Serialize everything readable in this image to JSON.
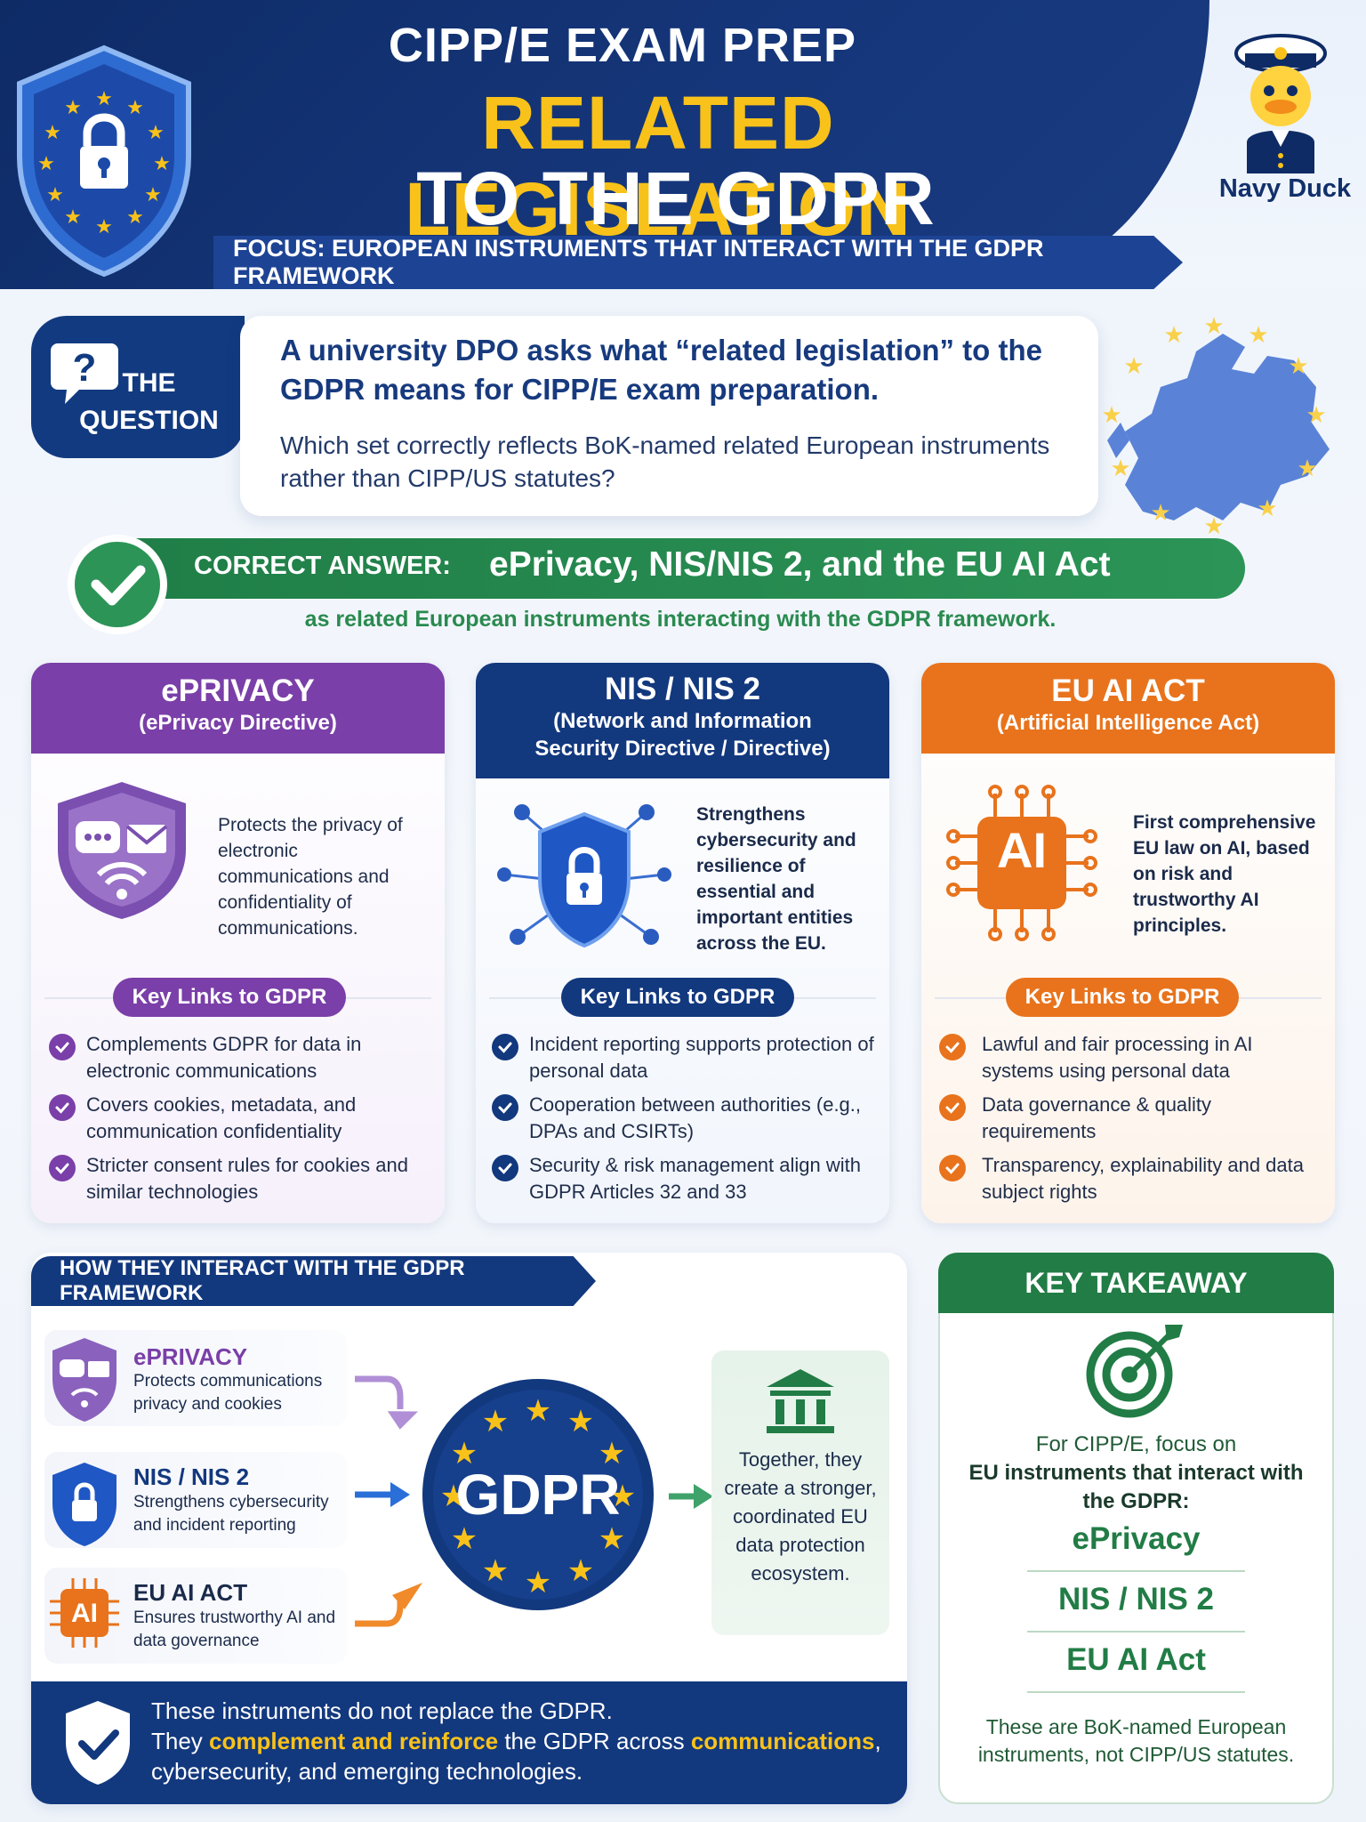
{
  "header": {
    "subtitle": "CIPP/E EXAM PREP",
    "title_line1": "RELATED LEGISLATION",
    "title_line2": "TO THE GDPR",
    "focus": "FOCUS: EUROPEAN INSTRUMENTS THAT INTERACT WITH THE GDPR FRAMEWORK",
    "brand": "Navy Duck"
  },
  "question": {
    "label_line1": "THE",
    "label_line2": "QUESTION",
    "title": "A university DPO asks what “related legislation” to the GDPR means for CIPP/E exam preparation.",
    "text": "Which set correctly reflects BoK-named related European instruments rather than CIPP/US statutes?"
  },
  "answer": {
    "label": "CORRECT ANSWER:",
    "value": "ePrivacy, NIS/NIS 2, and the EU AI Act",
    "sub": "as related European instruments interacting with the GDPR framework."
  },
  "cards": {
    "eprivacy": {
      "title": "ePRIVACY",
      "sub": "(ePrivacy Directive)",
      "desc": "Protects the privacy of electronic communications and confidentiality of communications.",
      "pill": "Key Links to GDPR",
      "links": [
        "Complements GDPR for data in electronic communications",
        "Covers cookies, metadata, and communication confidentiality",
        "Stricter consent rules for cookies and similar technologies"
      ]
    },
    "nis": {
      "title": "NIS / NIS 2",
      "sub_line1": "(Network and Information",
      "sub_line2": "Security Directive / Directive)",
      "desc": "Strengthens cybersecurity and resilience of essential and important entities across the EU.",
      "pill": "Key Links to GDPR",
      "links": [
        "Incident reporting supports protection of personal data",
        "Cooperation between authorities (e.g., DPAs and CSIRTs)",
        "Security & risk management align with GDPR Articles 32 and 33"
      ]
    },
    "ai": {
      "title": "EU AI ACT",
      "sub": "(Artificial Intelligence Act)",
      "chip": "AI",
      "desc": "First comprehensive EU law on AI, based on risk and trustworthy AI principles.",
      "pill": "Key Links to GDPR",
      "links": [
        "Lawful and fair processing in AI systems using personal data",
        "Data governance & quality requirements",
        "Transparency, explainability and data subject rights"
      ]
    }
  },
  "interact": {
    "heading": "HOW THEY INTERACT WITH THE GDPR FRAMEWORK",
    "items": [
      {
        "title": "ePRIVACY",
        "text": "Protects communications privacy and cookies"
      },
      {
        "title": "NIS / NIS 2",
        "text": "Strengthens cybersecurity and incident reporting"
      },
      {
        "title": "EU AI ACT",
        "text": "Ensures trustworthy AI and data governance"
      }
    ],
    "center": "GDPR",
    "ai_chip": "AI",
    "together": "Together, they create a stronger, coordinated EU data protection ecosystem.",
    "bottom_line1": "These instruments do not replace the GDPR.",
    "bottom_pre": "They ",
    "bottom_hl1": "complement and reinforce",
    "bottom_mid": " the GDPR across ",
    "bottom_hl2": "communications",
    "bottom_post": ", cybersecurity, and emerging technologies."
  },
  "takeaway": {
    "heading": "KEY TAKEAWAY",
    "text_pre": "For CIPP/E, focus on",
    "text_bold": "EU instruments that interact with the GDPR:",
    "items": [
      "ePrivacy",
      "NIS / NIS 2",
      "EU AI Act"
    ],
    "foot": "These are BoK-named European instruments, not CIPP/US statutes."
  },
  "colors": {
    "navy": "#12387e",
    "gold": "#f9c21a",
    "green": "#217c45",
    "purple": "#7a3fa8",
    "orange": "#e8731c"
  }
}
